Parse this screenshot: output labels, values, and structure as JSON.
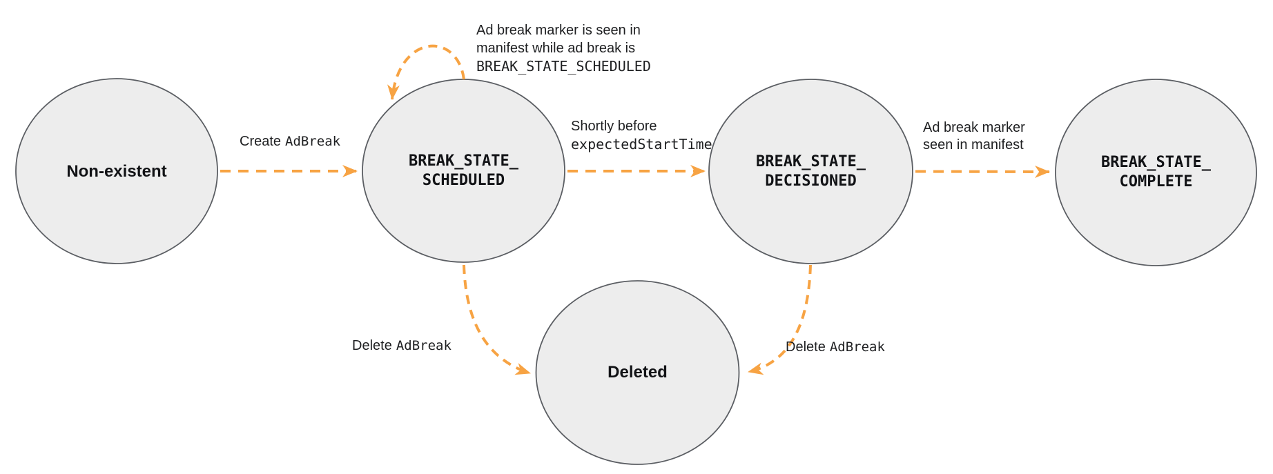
{
  "diagram": {
    "kind": "ad-break-state-machine",
    "colors": {
      "arrow": "#f7a343",
      "state_fill": "#ededed",
      "state_border": "#5b5e63",
      "text": "#1e1f21"
    },
    "states": {
      "non_existent": {
        "label": "Non-existent"
      },
      "scheduled": {
        "line1": "BREAK_STATE_",
        "line2": "SCHEDULED"
      },
      "decisioned": {
        "line1": "BREAK_STATE_",
        "line2": "DECISIONED"
      },
      "complete": {
        "line1": "BREAK_STATE_",
        "line2": "COMPLETE"
      },
      "deleted": {
        "label": "Deleted"
      }
    },
    "transitions": {
      "create": {
        "plain": "Create",
        "code": "AdBreak"
      },
      "self_loop": {
        "line1": "Ad break marker is seen in",
        "line2": "manifest while ad break is",
        "line3": "BREAK_STATE_SCHEDULED"
      },
      "to_decisioned": {
        "plain": "Shortly before",
        "code": "expectedStartTime"
      },
      "to_complete": {
        "line1": "Ad break marker",
        "line2": "seen in manifest"
      },
      "delete_from_scheduled": {
        "plain": "Delete",
        "code": "AdBreak"
      },
      "delete_from_decisioned": {
        "plain": "Delete",
        "code": "AdBreak"
      }
    }
  }
}
